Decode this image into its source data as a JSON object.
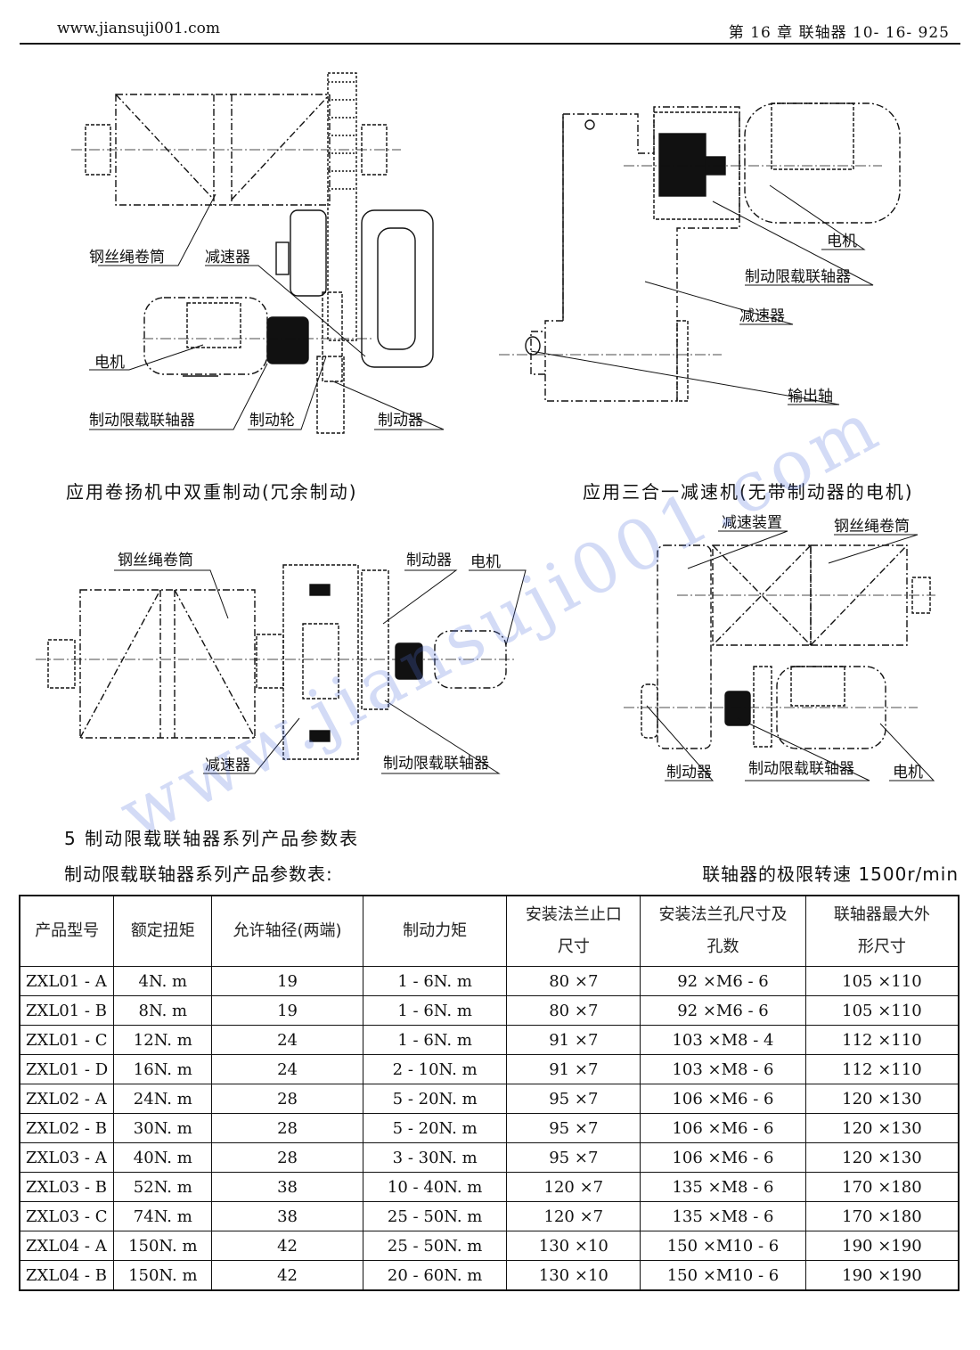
{
  "header": {
    "left": "www.jiansuji001.com",
    "right": "第 16 章   联轴器    10- 16- 925"
  },
  "figure1": {
    "caption": "应用卷扬机中双重制动(冗余制动)",
    "labels": {
      "drum": "钢丝绳卷筒",
      "reducer": "减速器",
      "motor": "电机",
      "coupling": "制动限载联轴器",
      "brake_wheel": "制动轮",
      "brake": "制动器"
    }
  },
  "figure2": {
    "caption": "应用三合一减速机(无带制动器的电机)",
    "labels": {
      "motor": "电机",
      "coupling": "制动限载联轴器",
      "reducer": "减速器",
      "output_shaft": "输出轴"
    }
  },
  "figure3": {
    "labels": {
      "drum": "钢丝绳卷筒",
      "brake": "制动器",
      "motor": "电机",
      "reducer": "减速器",
      "coupling": "制动限载联轴器"
    }
  },
  "figure4": {
    "labels": {
      "reduction_device": "减速装置",
      "drum": "钢丝绳卷筒",
      "brake": "制动器",
      "coupling": "制动限载联轴器",
      "motor": "电机"
    }
  },
  "watermark": "www.jiansuji001.com",
  "section": {
    "heading": "5    制动限载联轴器系列产品参数表",
    "subtitle": "制动限载联轴器系列产品参数表:",
    "speed_note": "联轴器的极限转速 1500r/min"
  },
  "table": {
    "headers": [
      [
        "产品型号"
      ],
      [
        "额定扭矩"
      ],
      [
        "允许轴径(两端)"
      ],
      [
        "制动力矩"
      ],
      [
        "安装法兰止口",
        "尺寸"
      ],
      [
        "安装法兰孔尺寸及",
        "孔数"
      ],
      [
        "联轴器最大外",
        "形尺寸"
      ]
    ],
    "rows": [
      [
        "ZXL01 - A",
        "4N. m",
        "19",
        "1 - 6N. m",
        "80 ×7",
        "92 ×M6 - 6",
        "105 ×110"
      ],
      [
        "ZXL01 - B",
        "8N. m",
        "19",
        "1 - 6N. m",
        "80 ×7",
        "92 ×M6 - 6",
        "105 ×110"
      ],
      [
        "ZXL01 - C",
        "12N. m",
        "24",
        "1 - 6N. m",
        "91 ×7",
        "103 ×M8 - 4",
        "112 ×110"
      ],
      [
        "ZXL01 - D",
        "16N. m",
        "24",
        "2 - 10N. m",
        "91 ×7",
        "103 ×M8 - 6",
        "112 ×110"
      ],
      [
        "ZXL02 - A",
        "24N. m",
        "28",
        "5 - 20N. m",
        "95 ×7",
        "106 ×M6 - 6",
        "120 ×130"
      ],
      [
        "ZXL02 - B",
        "30N. m",
        "28",
        "5 - 20N. m",
        "95 ×7",
        "106 ×M6 - 6",
        "120 ×130"
      ],
      [
        "ZXL03 - A",
        "40N. m",
        "28",
        "3 - 30N. m",
        "95 ×7",
        "106 ×M6 - 6",
        "120 ×130"
      ],
      [
        "ZXL03 - B",
        "52N. m",
        "38",
        "10 - 40N. m",
        "120 ×7",
        "135 ×M8 - 6",
        "170 ×180"
      ],
      [
        "ZXL03 - C",
        "74N. m",
        "38",
        "25 - 50N. m",
        "120 ×7",
        "135 ×M8 - 6",
        "170 ×180"
      ],
      [
        "ZXL04 - A",
        "150N. m",
        "42",
        "25 - 50N. m",
        "130 ×10",
        "150 ×M10 - 6",
        "190 ×190"
      ],
      [
        "ZXL04 - B",
        "150N. m",
        "42",
        "20 - 60N. m",
        "130 ×10",
        "150 ×M10 - 6",
        "190 ×190"
      ]
    ]
  }
}
